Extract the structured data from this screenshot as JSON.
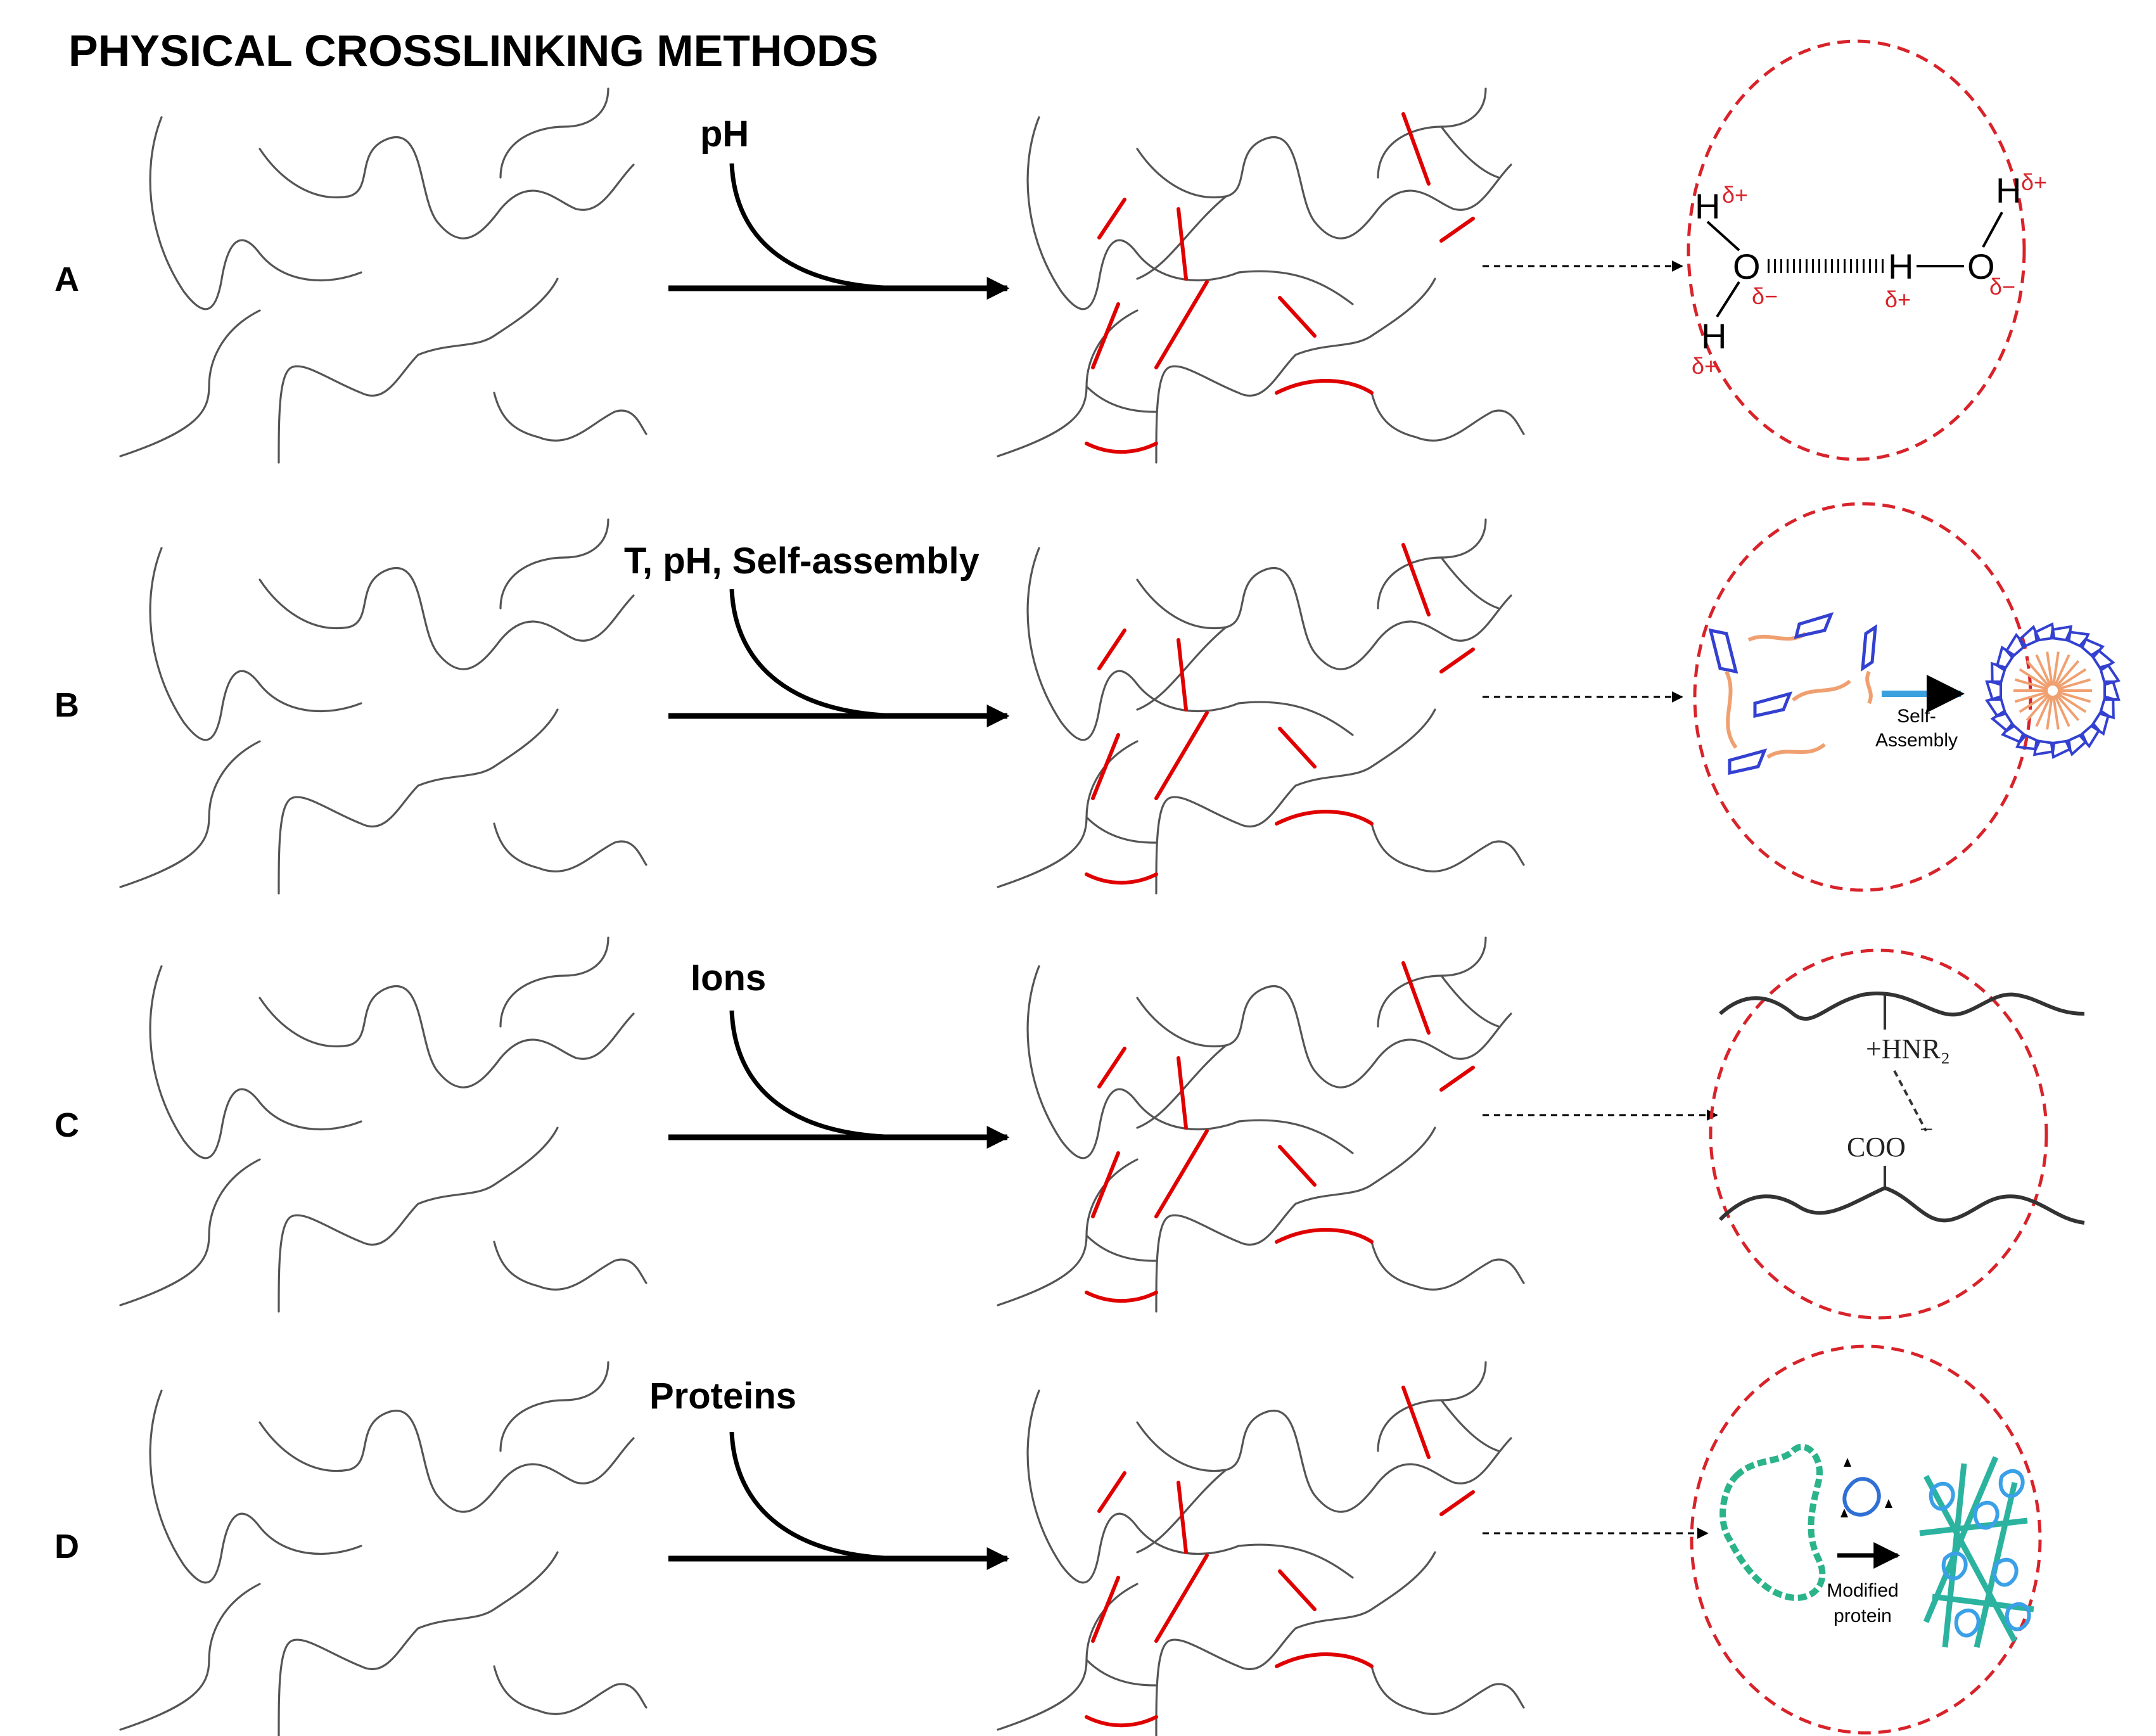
{
  "title": "PHYSICAL CROSSLINKING METHODS",
  "rows": [
    {
      "label": "A",
      "stimulus": "pH"
    },
    {
      "label": "B",
      "stimulus": "T, pH, Self-assembly"
    },
    {
      "label": "C",
      "stimulus": "Ions"
    },
    {
      "label": "D",
      "stimulus": "Proteins"
    }
  ],
  "insets": {
    "hbond": {
      "h": "H",
      "o": "O",
      "dplus": "δ+",
      "dminus": "δ−"
    },
    "self_assembly": {
      "caption": [
        "Self-",
        "Assembly"
      ]
    },
    "ionic": {
      "amine": "+HNR₂",
      "carboxylate": "COO",
      "minus": "−"
    },
    "protein": {
      "caption": [
        "Modified",
        "protein"
      ]
    }
  },
  "colors": {
    "crosslink": "#e00000",
    "circle": "#d8232a",
    "chain": "#555555"
  }
}
